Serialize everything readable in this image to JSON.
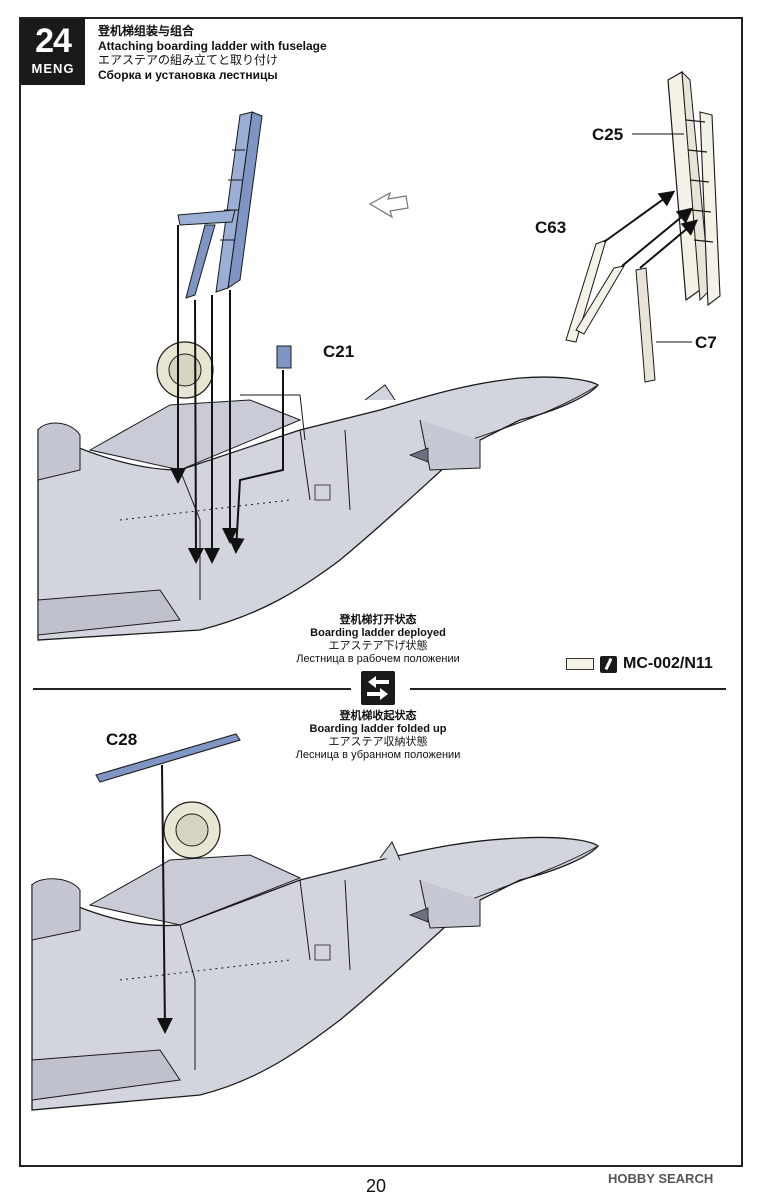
{
  "step": {
    "number": "24",
    "brand": "MENG"
  },
  "title": {
    "zh": "登机梯组装与组合",
    "en": "Attaching boarding ladder with fuselage",
    "ja": "エアステアの組み立てと取り付け",
    "ru": "Сборка и установка лестницы"
  },
  "parts": {
    "c25": "C25",
    "c63": "C63",
    "c7": "C7",
    "c21": "C21",
    "c28": "C28"
  },
  "deployed": {
    "zh": "登机梯打开状态",
    "en": "Boarding ladder deployed",
    "ja": "エアステア下げ状態",
    "ru": "Лестница в рабочем положении"
  },
  "folded": {
    "zh": "登机梯收起状态",
    "en": "Boarding ladder folded up",
    "ja": "エアステア収納状態",
    "ru": "Лесница в убранном положении"
  },
  "paint": {
    "code": "MC-002/N11",
    "swatch_color": "#f4f1e6",
    "icon": "brush-icon"
  },
  "colors": {
    "part_highlight": "#7f95c4",
    "fuselage": "#d3d5de",
    "outline": "#1a1a1a"
  },
  "icons": {
    "direction_arrow": "hollow-arrow-icon",
    "swap": "swap-arrows-icon"
  },
  "page_number": "20",
  "watermark": "HOBBY SEARCH"
}
